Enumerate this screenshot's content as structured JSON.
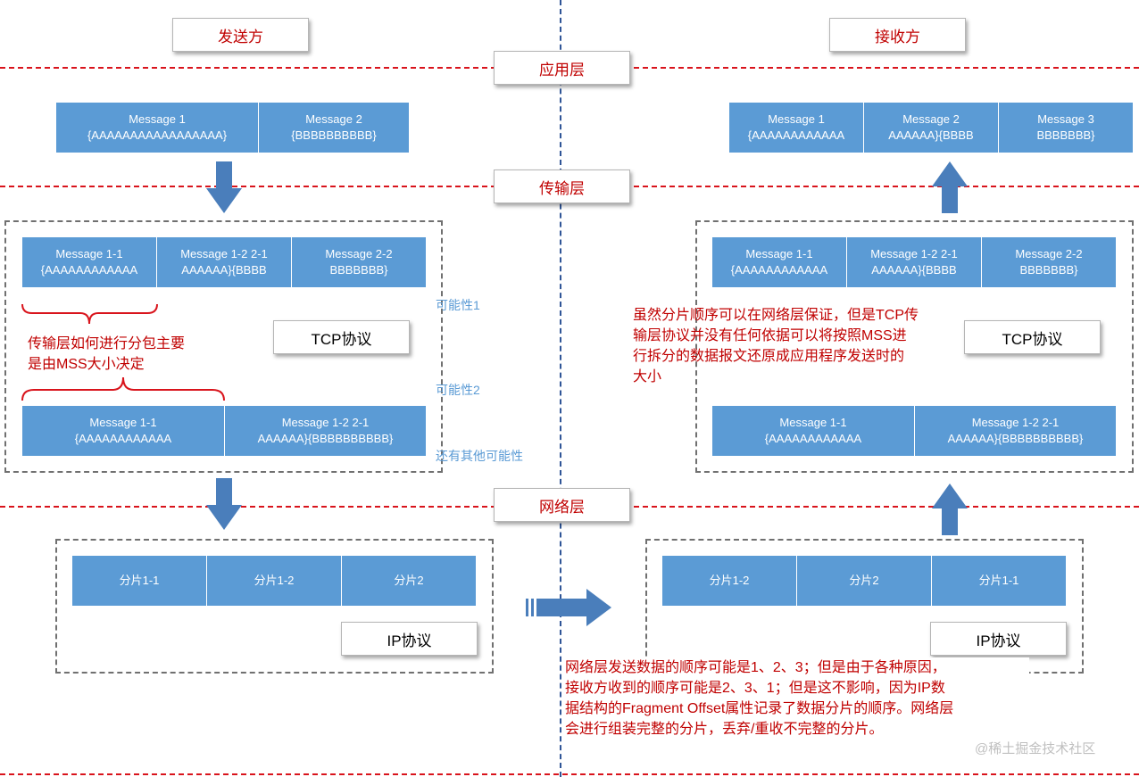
{
  "roles": {
    "sender": "发送方",
    "receiver": "接收方"
  },
  "layers": {
    "application": "应用层",
    "transport": "传输层",
    "network": "网络层"
  },
  "protocols": {
    "tcp": "TCP协议",
    "ip": "IP协议"
  },
  "sender": {
    "app_messages": [
      {
        "title": "Message 1",
        "body": "{AAAAAAAAAAAAAAAAA}"
      },
      {
        "title": "Message 2",
        "body": "{BBBBBBBBBB}"
      }
    ],
    "tcp_option1": [
      {
        "title": "Message 1-1",
        "body": "{AAAAAAAAAAAA"
      },
      {
        "title": "Message 1-2 2-1",
        "body": "AAAAAA}{BBBB"
      },
      {
        "title": "Message 2-2",
        "body": "BBBBBBB}"
      }
    ],
    "tcp_option2": [
      {
        "title": "Message 1-1",
        "body": "{AAAAAAAAAAAA"
      },
      {
        "title": "Message 1-2 2-1",
        "body": "AAAAAA}{BBBBBBBBBB}"
      }
    ],
    "possibility1": "可能性1",
    "possibility2": "可能性2",
    "other_possibility": "还有其他可能性",
    "mss_note": [
      "传输层如何进行分包主要",
      "是由MSS大小决定"
    ],
    "ip_fragments": [
      "分片1-1",
      "分片1-2",
      "分片2"
    ]
  },
  "receiver": {
    "app_messages": [
      {
        "title": "Message 1",
        "body": "{AAAAAAAAAAAA"
      },
      {
        "title": "Message 2",
        "body": "AAAAAA}{BBBB"
      },
      {
        "title": "Message 3",
        "body": "BBBBBBB}"
      }
    ],
    "tcp_option1": [
      {
        "title": "Message 1-1",
        "body": "{AAAAAAAAAAAA"
      },
      {
        "title": "Message 1-2 2-1",
        "body": "AAAAAA}{BBBB"
      },
      {
        "title": "Message 2-2",
        "body": "BBBBBBB}"
      }
    ],
    "tcp_option2": [
      {
        "title": "Message 1-1",
        "body": "{AAAAAAAAAAAA"
      },
      {
        "title": "Message 1-2 2-1",
        "body": "AAAAAA}{BBBBBBBBBB}"
      }
    ],
    "tcp_note": [
      "虽然分片顺序可以在网络层保证，但是TCP传",
      "输层协议并没有任何依据可以将按照MSS进",
      "行拆分的数据报文还原成应用程序发送时的",
      "大小"
    ],
    "ip_fragments": [
      "分片1-2",
      "分片2",
      "分片1-1"
    ]
  },
  "network_note": [
    "网络层发送数据的顺序可能是1、2、3；但是由于各种原因，",
    "接收方收到的顺序可能是2、3、1；但是这不影响，因为IP数",
    "据结构的Fragment Offset属性记录了数据分片的顺序。网络层",
    "会进行组装完整的分片，丢弃/重收不完整的分片。"
  ],
  "watermark": "@稀土掘金技术社区",
  "colors": {
    "segment_fill": "#5b9bd5",
    "layer_line": "#d9141c",
    "divider": "#2f5597",
    "note_text": "#c00000",
    "hint_text": "#5b9bd5"
  },
  "icons": {
    "down_arrow": "down-arrow-icon",
    "up_arrow": "up-arrow-icon",
    "right_arrow": "right-arrow-icon",
    "brace": "curly-brace-icon"
  }
}
